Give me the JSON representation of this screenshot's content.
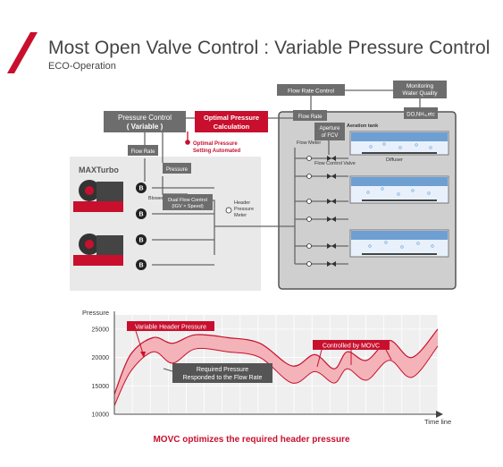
{
  "header": {
    "title": "Most Open Valve Control : Variable  Pressure Control",
    "subtitle": "ECO-Operation",
    "accent_color": "#c8102e"
  },
  "diagram": {
    "pressure_control_line1": "Pressure Control",
    "pressure_control_line2": "( Variable )",
    "optimal_pressure_line1": "Optimal Pressure",
    "optimal_pressure_line2": "Calculation",
    "optimal_pressure_automated_line1": "Optimal Pressure",
    "optimal_pressure_automated_line2": "Setting Automated",
    "flow_rate_control": "Flow Rate Control",
    "monitoring_line1": "Monitoring",
    "monitoring_line2": "Water Quality",
    "do_nh4": "DO,NH₄,etc",
    "flow_rate_top": "Flow Rate",
    "aperture_line1": "Aperture",
    "aperture_line2": "of FCV",
    "aeration_tank": "Aeration tank",
    "flow_meter": "Flow Meter",
    "flow_control_valve": "Flow Control Valve",
    "diffuser": "Diffuser",
    "flow_rate_left": "Flow Rate",
    "pressure": "Pressure",
    "brand": "MAXTurbo",
    "blower": "Blower",
    "dual_flow_line1": "Dual Flow Control",
    "dual_flow_line2": "(IGV × Speed)",
    "header_pressure_line1": "Header",
    "header_pressure_line2": "Pressure",
    "header_pressure_line3": "Meter",
    "blower_symbol": "B"
  },
  "chart_data": {
    "type": "area",
    "ylabel": "Pressure",
    "xlabel": "Time line",
    "y_ticks": [
      "25000",
      "20000",
      "15000",
      "10000"
    ],
    "ylim": [
      10000,
      27500
    ],
    "grid": true,
    "legend": "none",
    "band_color": "#f3b3b8",
    "line_color": "#c8102e",
    "series": [
      {
        "name": "Variable Header Pressure",
        "x": [
          0,
          5,
          12,
          18,
          25,
          35,
          45,
          55,
          62,
          68,
          72,
          78,
          85,
          92,
          100
        ],
        "y": [
          13500,
          20500,
          23500,
          22500,
          24000,
          23500,
          22500,
          18500,
          20500,
          18000,
          21000,
          19500,
          23000,
          20000,
          25000
        ]
      },
      {
        "name": "Required Pressure Responded to the Flow Rate",
        "x": [
          0,
          5,
          12,
          18,
          25,
          35,
          45,
          55,
          62,
          68,
          72,
          78,
          85,
          92,
          100
        ],
        "y": [
          11500,
          17500,
          21000,
          19000,
          21500,
          21000,
          20000,
          15500,
          17500,
          15500,
          18000,
          16000,
          19500,
          16500,
          22000
        ]
      }
    ],
    "annotations": {
      "variable_header": "Variable Header Pressure",
      "controlled_by": "Controlled by MOVC",
      "required_line1": "Required Pressure",
      "required_line2": "Responded to the Flow Rate"
    }
  },
  "caption": "MOVC optimizes the required header pressure"
}
